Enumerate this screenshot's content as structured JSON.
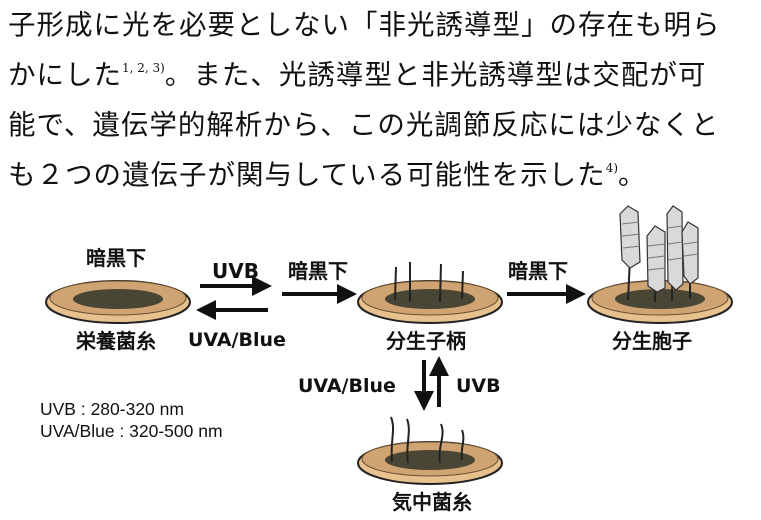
{
  "paragraph": {
    "line1": "子形成に光を必要としない「非光誘導型」の存在も明ら",
    "line2a": "かにした",
    "line2_ref": "1, 2, 3)",
    "line2b": "。また、光誘導型と非光誘導型は交配が可",
    "line3": "能で、遺伝学的解析から、この光調節反応には少なくと",
    "line4a": "も２つの遺伝子が関与している可能性を示した",
    "line4_ref": "4)",
    "line4b": "。"
  },
  "figure": {
    "darkness_top_left": "暗黒下",
    "uvb_forward": "UVB",
    "uva_blue_reverse": "UVA/Blue",
    "darkness_mid": "暗黒下",
    "darkness_right": "暗黒下",
    "dish_vegetative": "栄養菌糸",
    "dish_conidiophore": "分生子柄",
    "dish_conidia": "分生胞子",
    "dish_aerial": "気中菌糸",
    "vertical_uva_blue": "UVA/Blue",
    "vertical_uvb": "UVB",
    "legend_uvb": "UVB : 280-320 nm",
    "legend_uva_blue": "UVA/Blue : 320-500 nm",
    "colors": {
      "dish_rim": "#e6c18e",
      "medium": "#cfa472",
      "colony": "#4a4635",
      "spore": "#d9d9d9"
    }
  }
}
